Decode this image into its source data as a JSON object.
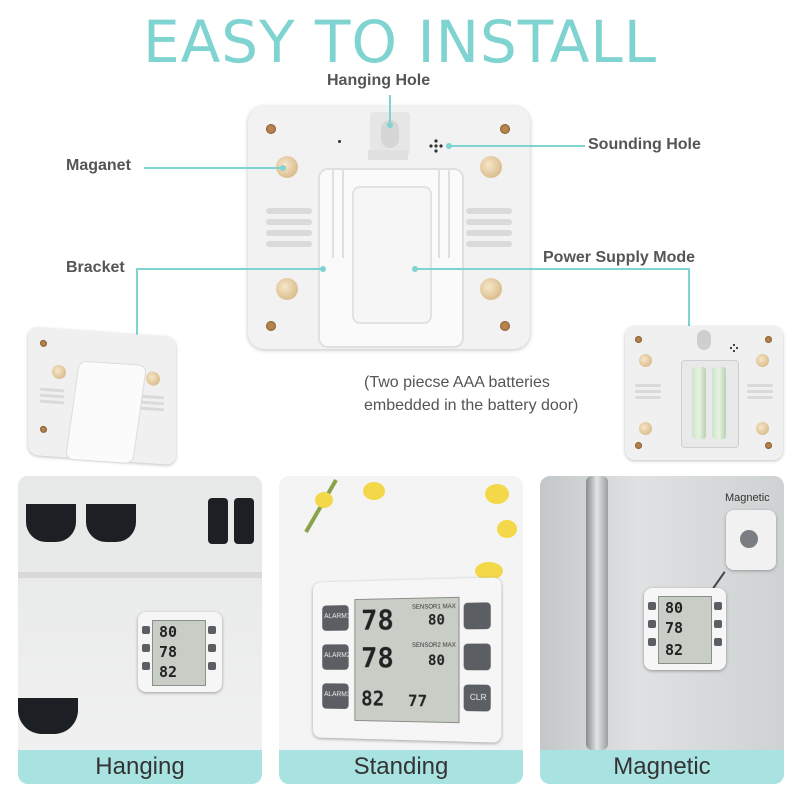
{
  "headline": "EASY TO INSTALL",
  "labels": {
    "hanging_hole": "Hanging Hole",
    "sounding_hole": "Sounding Hole",
    "magnet": "Maganet",
    "bracket": "Bracket",
    "power_supply": "Power Supply Mode",
    "battery_note_1": "(Two piecse AAA batteries",
    "battery_note_2": "embedded in the battery door)"
  },
  "panels": [
    {
      "caption": "Hanging"
    },
    {
      "caption": "Standing"
    },
    {
      "caption": "Magnetic",
      "badge": "Magnetic"
    }
  ],
  "display": {
    "temp_a": "80",
    "temp_b": "78",
    "temp_c": "82",
    "temp_d": "77",
    "alarm1": "ALARM1",
    "alarm2": "ALARM2",
    "alarm3": "ALARM3",
    "clr": "CLR",
    "sensor1": "SENSOR1 MAX",
    "sensor2": "SENSOR2 MAX"
  },
  "colors": {
    "accent": "#7fd3d1",
    "caption_band": "#a9e3e1",
    "fridge": "#b8bcbf"
  }
}
